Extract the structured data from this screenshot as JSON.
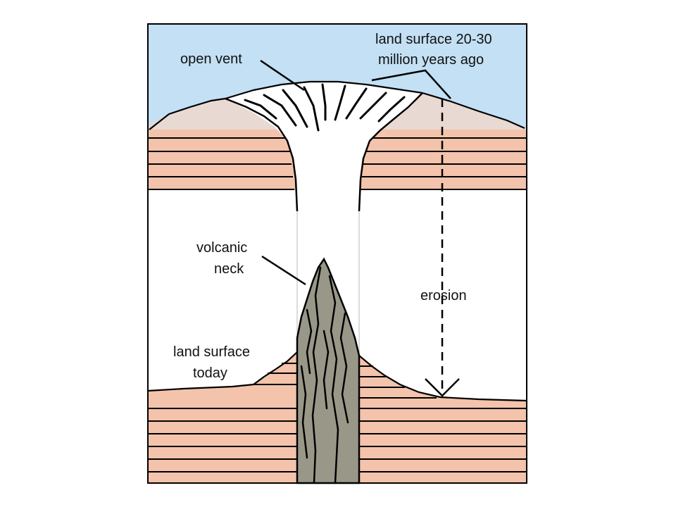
{
  "labels": {
    "open_vent": "open vent",
    "past_surface_line1": "land surface 20-30",
    "past_surface_line2": "million years ago",
    "volcanic_neck_line1": "volcanic",
    "volcanic_neck_line2": "neck",
    "erosion": "erosion",
    "today_surface_line1": "land surface",
    "today_surface_line2": "today"
  },
  "colors": {
    "sky": "#c3e0f4",
    "old_cone": "#e9d9d3",
    "rock_strata": "#f3c3ab",
    "volcanic_neck": "#999888",
    "outline": "#000000"
  }
}
